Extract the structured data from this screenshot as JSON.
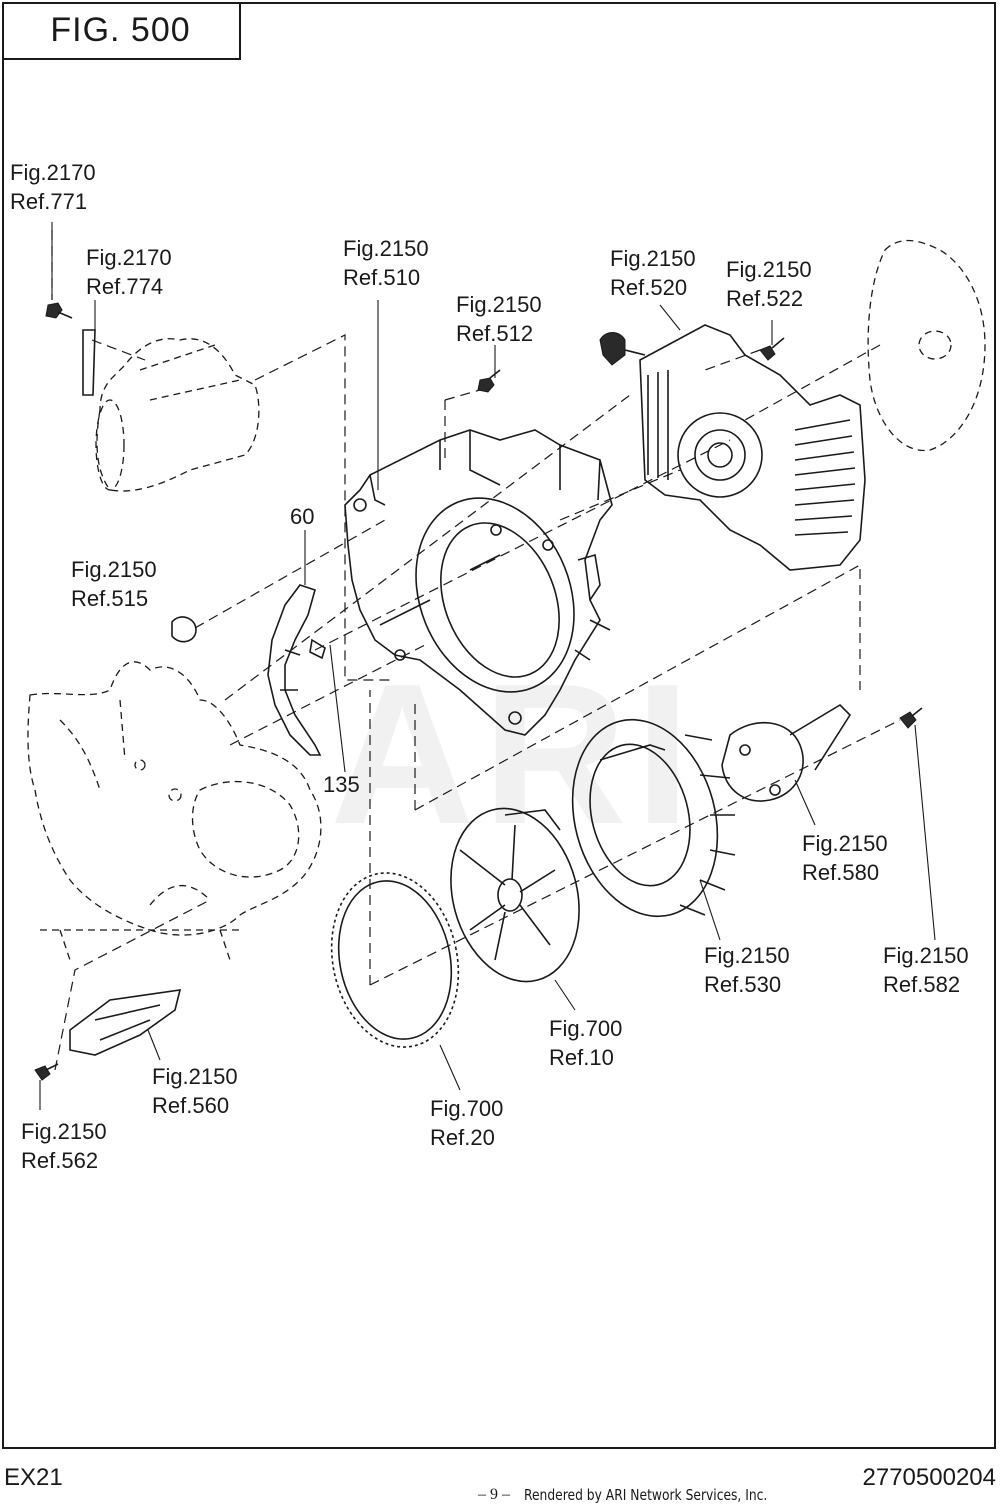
{
  "header": {
    "figure_title": "FIG.  500"
  },
  "watermark": "ARI",
  "callouts": [
    {
      "id": "c771",
      "line1": "Fig.2170",
      "line2": "Ref.771"
    },
    {
      "id": "c774",
      "line1": "Fig.2170",
      "line2": "Ref.774"
    },
    {
      "id": "c510",
      "line1": "Fig.2150",
      "line2": "Ref.510"
    },
    {
      "id": "c512",
      "line1": "Fig.2150",
      "line2": "Ref.512"
    },
    {
      "id": "c520",
      "line1": "Fig.2150",
      "line2": "Ref.520"
    },
    {
      "id": "c522",
      "line1": "Fig.2150",
      "line2": "Ref.522"
    },
    {
      "id": "c60",
      "line1": "60",
      "line2": ""
    },
    {
      "id": "c515",
      "line1": "Fig.2150",
      "line2": "Ref.515"
    },
    {
      "id": "c135",
      "line1": "135",
      "line2": ""
    },
    {
      "id": "c580",
      "line1": "Fig.2150",
      "line2": "Ref.580"
    },
    {
      "id": "c530",
      "line1": "Fig.2150",
      "line2": "Ref.530"
    },
    {
      "id": "c582",
      "line1": "Fig.2150",
      "line2": "Ref.582"
    },
    {
      "id": "c10",
      "line1": "Fig.700",
      "line2": "Ref.10"
    },
    {
      "id": "c560",
      "line1": "Fig.2150",
      "line2": "Ref.560"
    },
    {
      "id": "c562",
      "line1": "Fig.2150",
      "line2": "Ref.562"
    },
    {
      "id": "c20",
      "line1": "Fig.700",
      "line2": "Ref.20"
    }
  ],
  "footer": {
    "model": "EX21",
    "part_number": "2770500204",
    "page": "– 9 –",
    "credit": "Rendered by ARI Network Services, Inc."
  }
}
